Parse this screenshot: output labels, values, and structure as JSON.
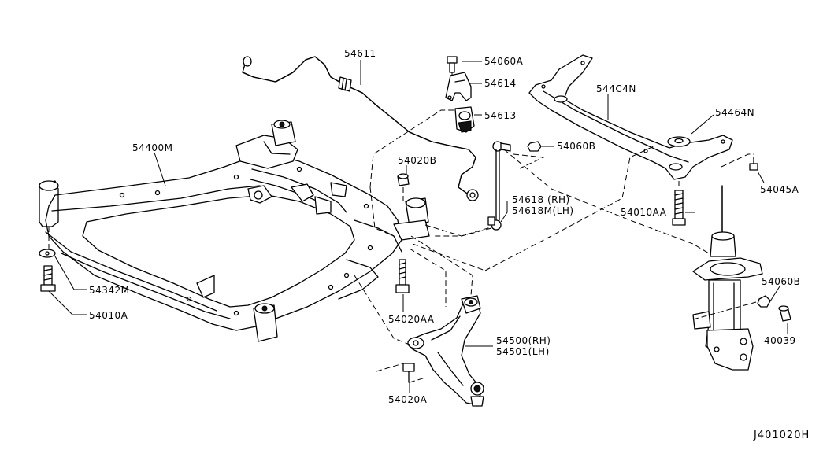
{
  "parts": {
    "stabilizer_bar": "54611",
    "bolt_54060a": "54060A",
    "clamp_54614": "54614",
    "bushing_54613": "54613",
    "nut_54060b_upper": "54060B",
    "rear_brace": "544C4N",
    "washer_54464n": "54464N",
    "bolt_54045a": "54045A",
    "bolt_54010aa": "54010AA",
    "crossmember": "54400M",
    "bolt_54020b": "54020B",
    "link_rh": "54618 (RH)",
    "link_lh": "54618M(LH)",
    "washer_54342m": "54342M",
    "bolt_54010a": "54010A",
    "bolt_54020aa": "54020AA",
    "arm_rh": "54500(RH)",
    "arm_lh": "54501(LH)",
    "bolt_54020a": "54020A",
    "nut_54060b_lower": "54060B",
    "cap_40039": "40039"
  },
  "diagram_code": "J401020H"
}
